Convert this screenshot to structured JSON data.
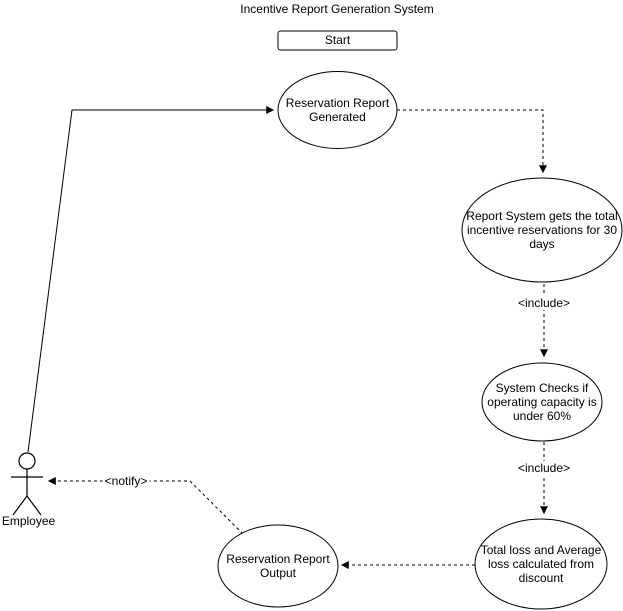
{
  "diagram": {
    "title": "Incentive Report Generation System",
    "start": {
      "label": "Start"
    },
    "actor": {
      "label": "Employee"
    },
    "usecases": {
      "reservation_report_generated": "Reservation Report Generated",
      "report_system_gets_total": "Report System gets the total incentive reservations for 30 days",
      "system_checks_capacity": "System Checks if operating capacity is under 60%",
      "total_loss_calculated": "Total loss and Average loss calculated from discount",
      "reservation_report_output": "Reservation Report Output"
    },
    "edge_labels": {
      "include1": "<include>",
      "include2": "<include>",
      "notify": "<notify>"
    },
    "colors": {
      "stroke": "#000000",
      "background": "#ffffff"
    }
  }
}
